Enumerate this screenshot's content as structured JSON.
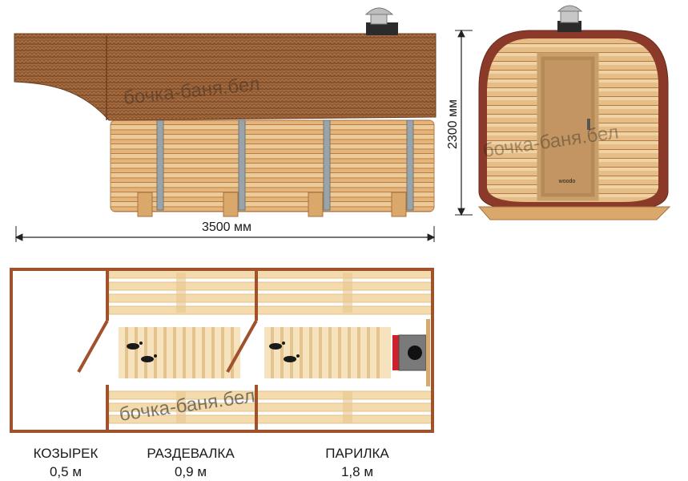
{
  "dimensions": {
    "length": "3500 мм",
    "height": "2300 мм"
  },
  "watermark": "бочка-баня.бел",
  "door_logo": "woodo",
  "rooms": [
    {
      "name": "КОЗЫРЕК",
      "size": "0,5 м"
    },
    {
      "name": "РАЗДЕВАЛКА",
      "size": "0,9 м"
    },
    {
      "name": "ПАРИЛКА",
      "size": "1,8 м"
    }
  ],
  "colors": {
    "roof": "#a56a3e",
    "wood_light": "#e7c18b",
    "wood_dark": "#c48a4f",
    "wall_outline": "#a0522d",
    "floor_board": "#f4dbad",
    "stove": "#7a7a7a",
    "stove_heat": "#d0202a"
  }
}
